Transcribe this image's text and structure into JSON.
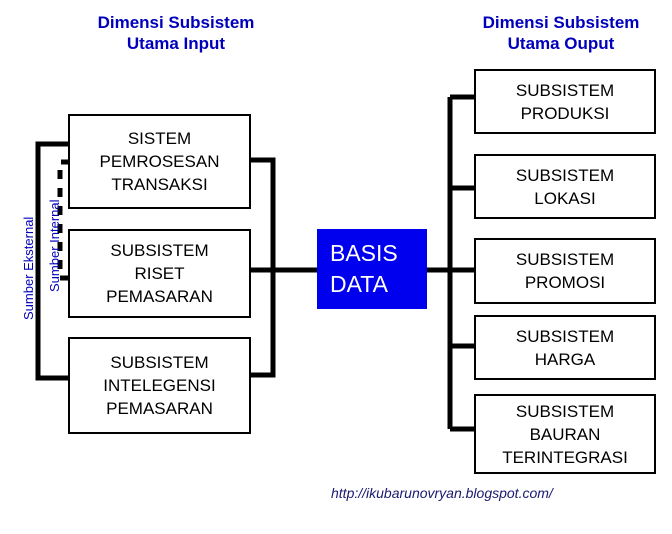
{
  "diagram": {
    "title_left": "Dimensi Subsistem\nUtama Input",
    "title_right": "Dimensi Subsistem\nUtama Ouput",
    "side_labels": {
      "external": "Sumber Eksternal",
      "internal": "Sumber Internal"
    },
    "input_subsystems": [
      {
        "label": "SISTEM\nPEMROSESAN\nTRANSAKSI"
      },
      {
        "label": "SUBSISTEM\nRISET\nPEMASARAN"
      },
      {
        "label": "SUBSISTEM\nINTELEGENSI\nPEMASARAN"
      }
    ],
    "database": {
      "label": "BASIS\nDATA"
    },
    "output_subsystems": [
      {
        "label": "SUBSISTEM\nPRODUKSI"
      },
      {
        "label": "SUBSISTEM\nLOKASI"
      },
      {
        "label": "SUBSISTEM\nPROMOSI"
      },
      {
        "label": "SUBSISTEM\nHARGA"
      },
      {
        "label": "SUBSISTEM\nBAURAN\nTERINTEGRASI"
      }
    ],
    "footer_url": "http://ikubarunovryan.blogspot.com/",
    "colors": {
      "heading": "#0000bb",
      "database_fill": "#0000ee",
      "database_text": "#ffffff",
      "line": "#000000",
      "url": "#191970"
    }
  }
}
